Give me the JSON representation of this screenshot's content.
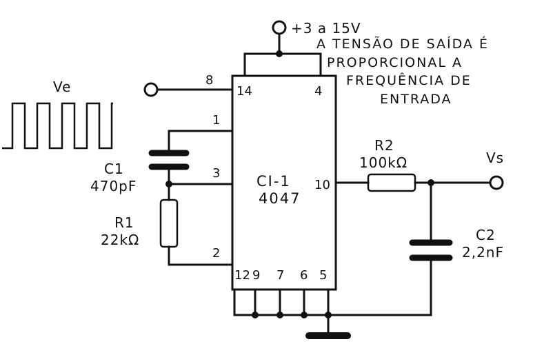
{
  "supply": {
    "label": "+3 a 15V"
  },
  "note": {
    "line1": "A TENSÃO DE SAÍDA É",
    "line2": "PROPORCIONAL A",
    "line3": "FREQUÊNCIA DE",
    "line4": "ENTRADA"
  },
  "input": {
    "label": "Ve"
  },
  "output": {
    "label": "Vs"
  },
  "ic": {
    "ref": "CI-1",
    "part": "4047",
    "pins": {
      "p8": "8",
      "p14": "14",
      "p4": "4",
      "p1": "1",
      "p3": "3",
      "p2": "2",
      "p10": "10",
      "p12": "12",
      "p9": "9",
      "p7": "7",
      "p6": "6",
      "p5": "5"
    }
  },
  "components": {
    "c1": {
      "ref": "C1",
      "value": "470pF"
    },
    "r1": {
      "ref": "R1",
      "value": "22kΩ"
    },
    "r2": {
      "ref": "R2",
      "value": "100kΩ"
    },
    "c2": {
      "ref": "C2",
      "value": "2,2nF"
    }
  }
}
